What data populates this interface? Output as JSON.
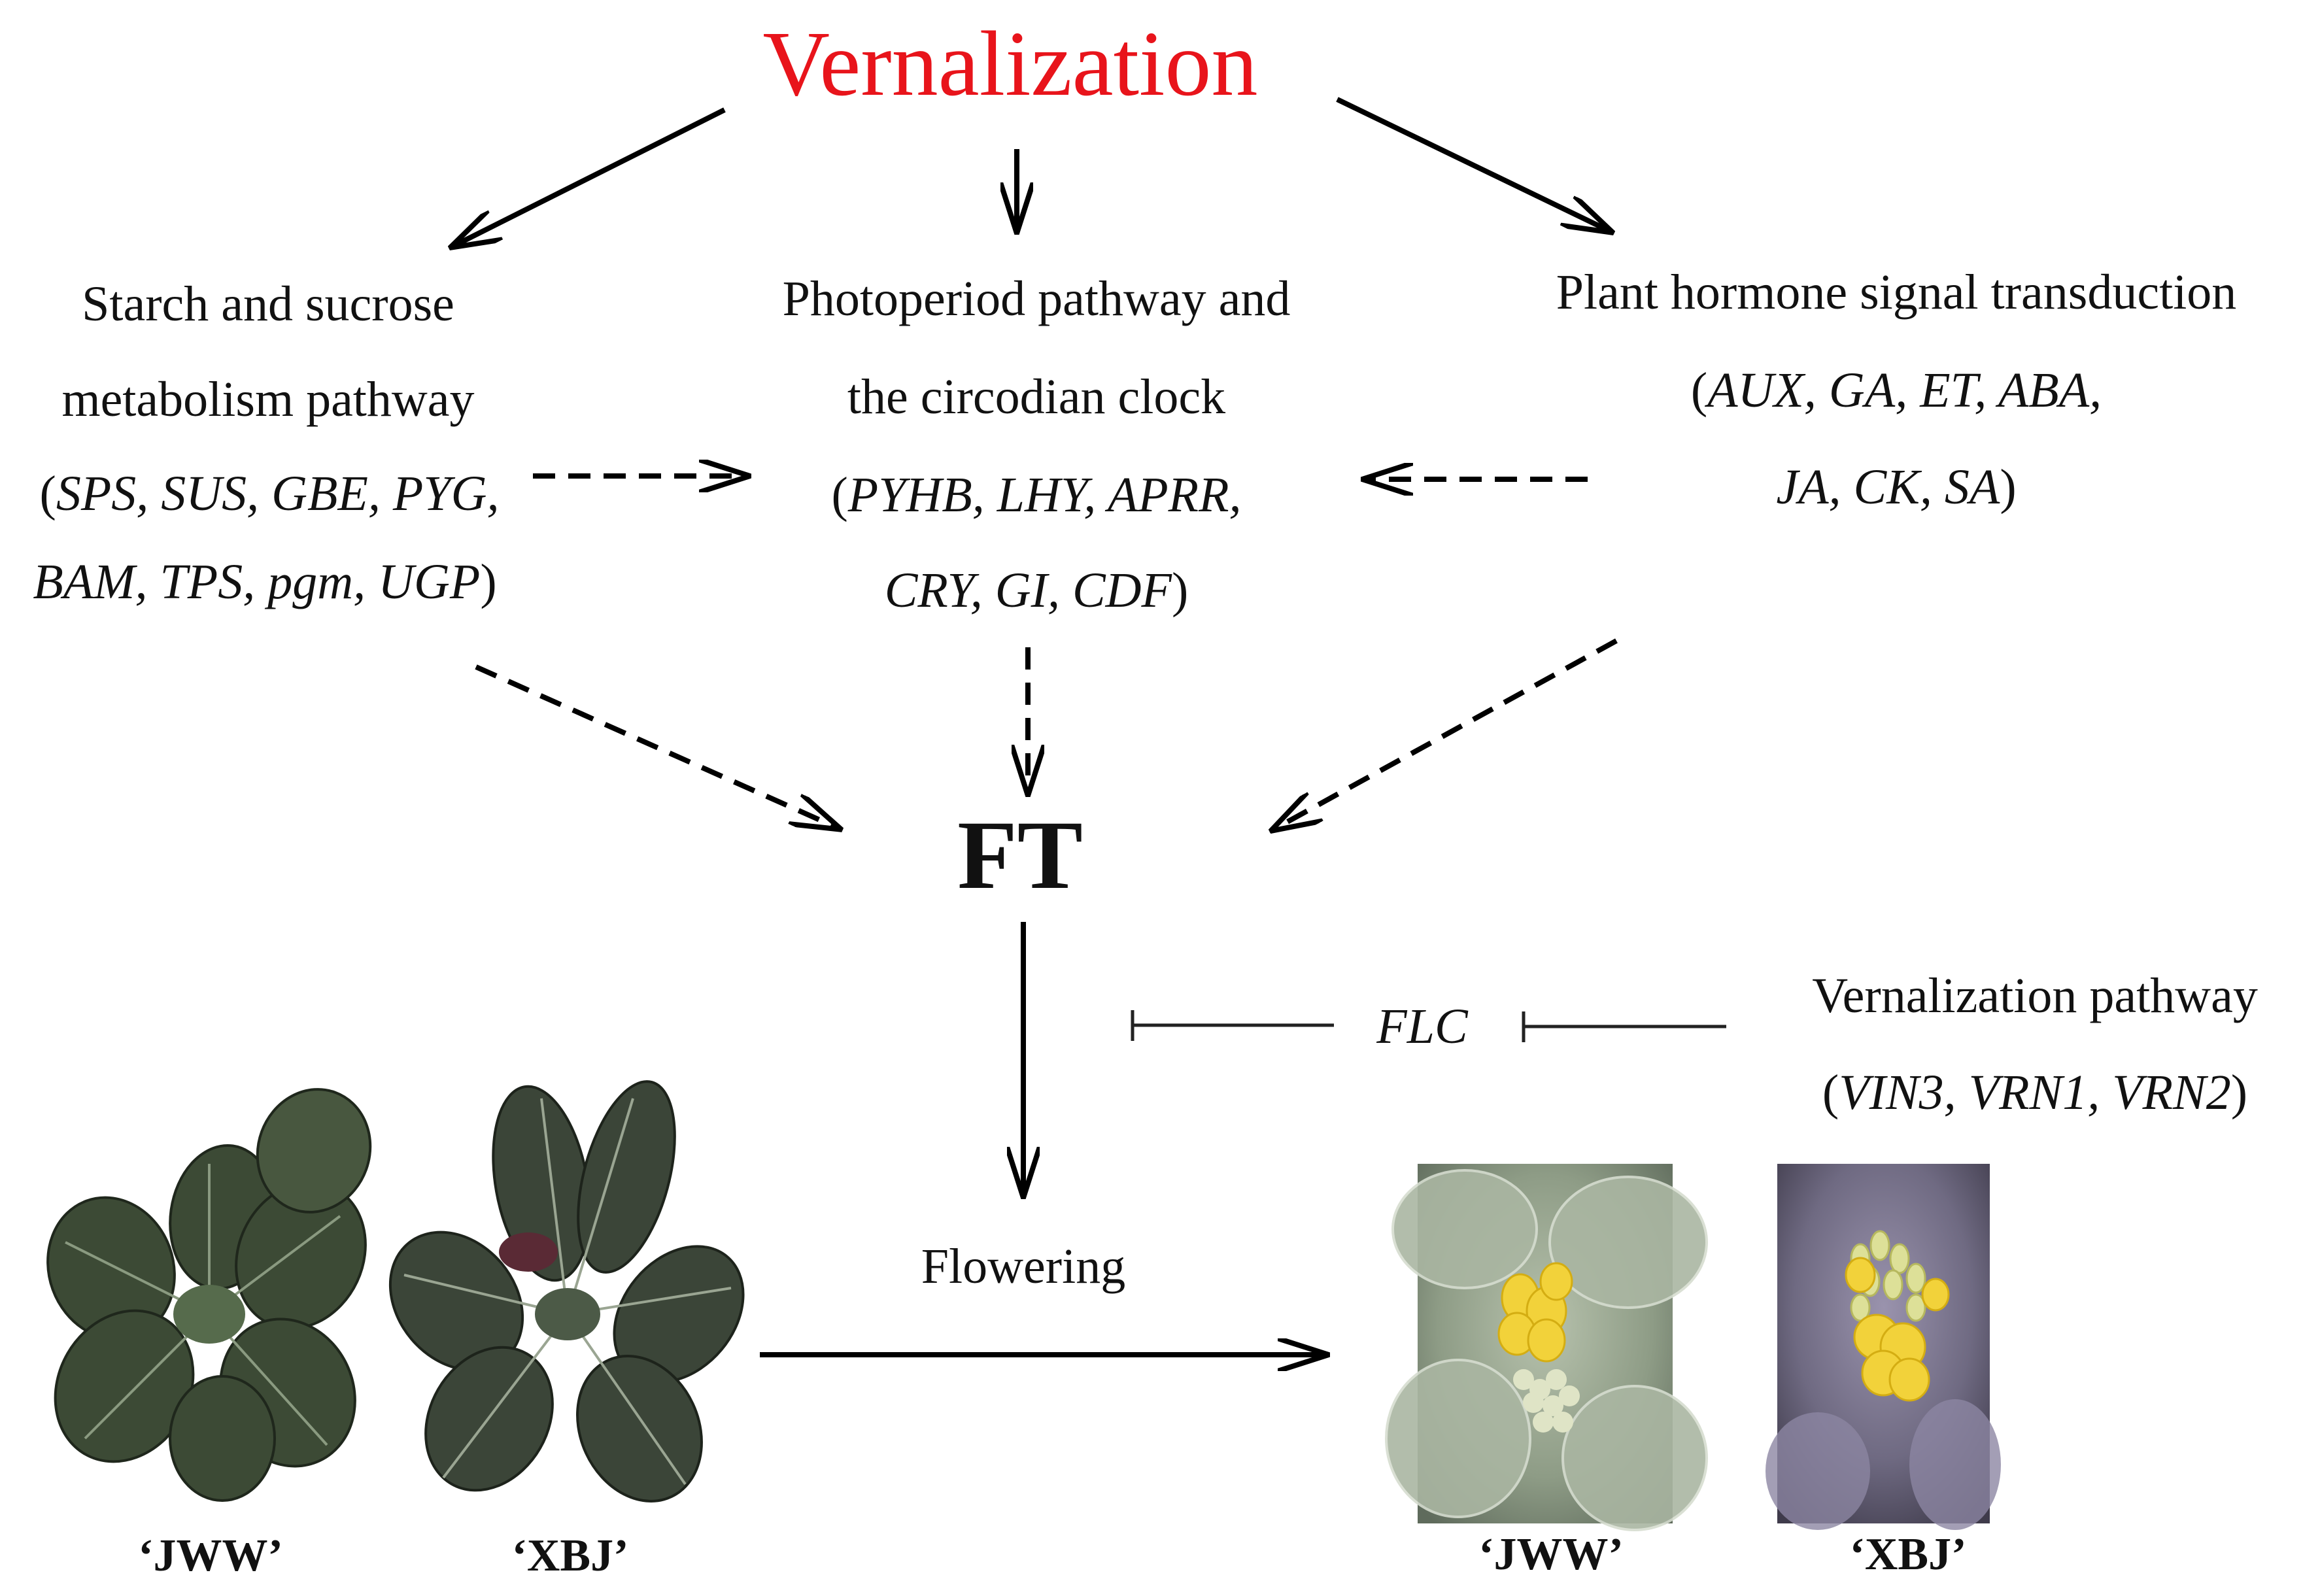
{
  "title": {
    "text": "Vernalization",
    "color": "#e8141b"
  },
  "nodes": {
    "starch": {
      "line1": "Starch and sucrose",
      "line2": "metabolism pathway",
      "genes1": "SPS, SUS, GBE, PYG,",
      "genes2": "BAM, TPS, pgm, UGP"
    },
    "photoperiod": {
      "line1": "Photoperiod pathway and",
      "line2": "the circodian clock",
      "genes1": "PYHB, LHY, APRR,",
      "genes2": "CRY, GI, CDF"
    },
    "hormone": {
      "line1": "Plant hormone signal transduction",
      "genes1": "AUX, GA, ET, ABA,",
      "genes2": "JA, CK, SA"
    },
    "ft": "FT",
    "flc": "FLC",
    "vernalization_pathway": {
      "line1": "Vernalization pathway",
      "genes": "VIN3, VRN1, VRN2"
    },
    "flowering": "Flowering"
  },
  "punct": {
    "open": "(",
    "close": ")"
  },
  "photos": {
    "before": [
      {
        "label": "‘JWW’",
        "icon": "rosette-plant-photo"
      },
      {
        "label": "‘XBJ’",
        "icon": "rosette-plant-photo"
      }
    ],
    "after": [
      {
        "label": "‘JWW’",
        "icon": "flowering-plant-photo"
      },
      {
        "label": "‘XBJ’",
        "icon": "flowering-plant-photo"
      }
    ]
  },
  "colors": {
    "title": "#e8141b",
    "flower_yellow": "#f2d23a",
    "leaf_dark": "#3c4a35",
    "jww_background": "#8c9a86",
    "xbj_background": "#6f6a82"
  }
}
